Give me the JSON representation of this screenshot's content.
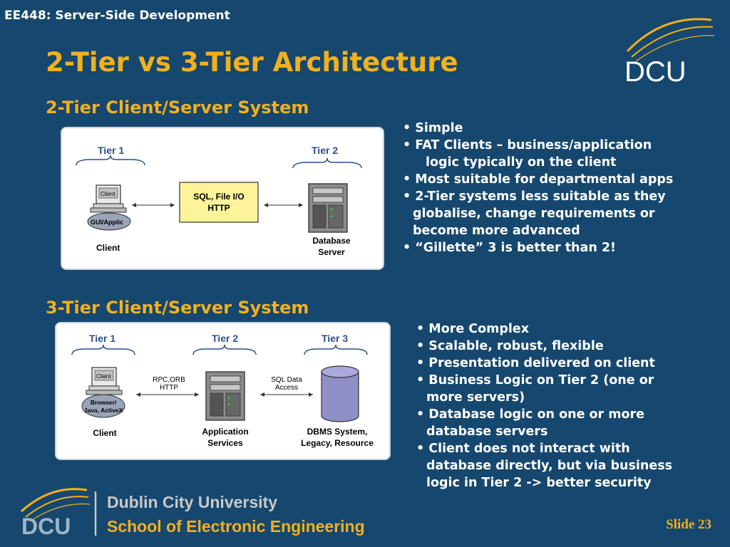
{
  "header": {
    "course": "EE448: Server-Side Development",
    "title": "2-Tier vs 3-Tier Architecture"
  },
  "logo": {
    "text": "DCU"
  },
  "two_tier": {
    "heading": "2-Tier Client/Server System",
    "diagram": {
      "tier1": "Tier 1",
      "tier2": "Tier 2",
      "client_screen": "Client",
      "client_box": "GUI/Applic",
      "client_label": "Client",
      "link_line1": "SQL, File I/O",
      "link_line2": "HTTP",
      "server_label1": "Database",
      "server_label2": "Server"
    },
    "bullets": [
      [
        "• Simple"
      ],
      [
        "• FAT Clients – business/application",
        "logic typically on the client"
      ],
      [
        "• Most suitable for departmental apps"
      ],
      [
        "• 2-Tier systems less suitable as they",
        "globalise, change requirements or",
        "become more advanced"
      ],
      [
        "• “Gillette” 3 is better than 2!"
      ]
    ]
  },
  "three_tier": {
    "heading": "3-Tier Client/Server System",
    "diagram": {
      "tier1": "Tier 1",
      "tier2": "Tier 2",
      "tier3": "Tier 3",
      "client_screen": "Client",
      "client_box1": "Browser/",
      "client_box2": "Java, ActiveX",
      "client_label": "Client",
      "link1_line1": "RPC,ORB",
      "link1_line2": "HTTP",
      "link2_line1": "SQL Data",
      "link2_line2": "Access",
      "app_label1": "Application",
      "app_label2": "Services",
      "db_label1": "DBMS System,",
      "db_label2": "Legacy, Resource"
    },
    "bullets": [
      [
        "• More Complex"
      ],
      [
        "• Scalable, robust, flexible"
      ],
      [
        "• Presentation delivered on client"
      ],
      [
        "• Business Logic on Tier 2 (one or",
        "more servers)"
      ],
      [
        "• Database logic on one or more",
        "database servers"
      ],
      [
        "• Client does not interact with",
        "database directly, but via business",
        "logic in Tier 2 -> better security"
      ]
    ]
  },
  "footer": {
    "logo_text": "DCU",
    "line1": "Dublin City University",
    "line2": "School of Electronic Engineering",
    "slide": "Slide 23"
  },
  "colors": {
    "background": "#16476e",
    "accent": "#f2b01f",
    "tier_text": "#2c4f8a"
  }
}
